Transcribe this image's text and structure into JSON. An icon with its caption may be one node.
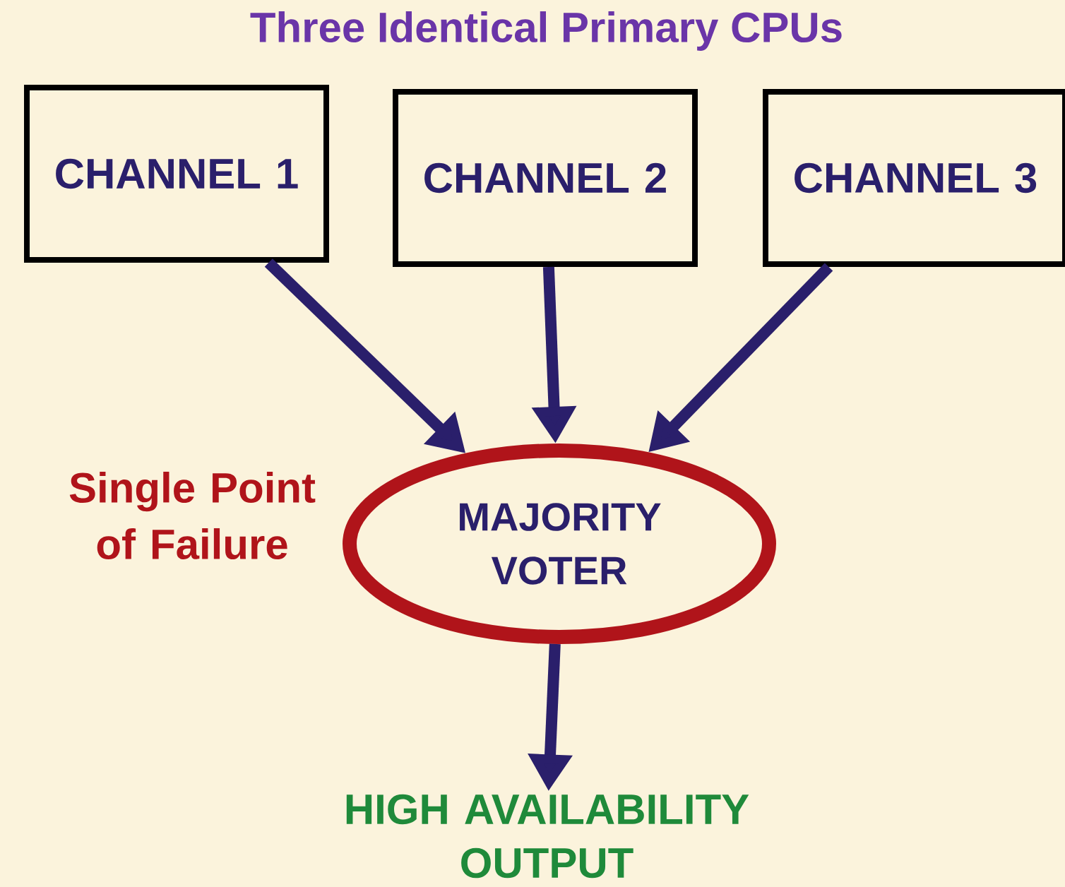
{
  "diagram": {
    "title": "Three Identical Primary CPUs",
    "nodes": [
      {
        "text": [
          "CHANNEL 1"
        ]
      },
      {
        "text": [
          "CHANNEL 2"
        ]
      },
      {
        "text": [
          "CHANNEL 3"
        ]
      },
      {
        "text": [
          "MAJORITY VOTER"
        ],
        "beside": [
          "Single Point of Failure"
        ]
      },
      {
        "text": [
          "HIGH AVAILABILITY OUTPUT"
        ]
      }
    ],
    "edges": [
      {
        "from": 0,
        "to": 3,
        "arrow": "to"
      },
      {
        "from": 1,
        "to": 3,
        "arrow": "to"
      },
      {
        "from": 2,
        "to": 3,
        "arrow": "to"
      },
      {
        "from": 3,
        "to": 4,
        "arrow": "to"
      }
    ]
  }
}
